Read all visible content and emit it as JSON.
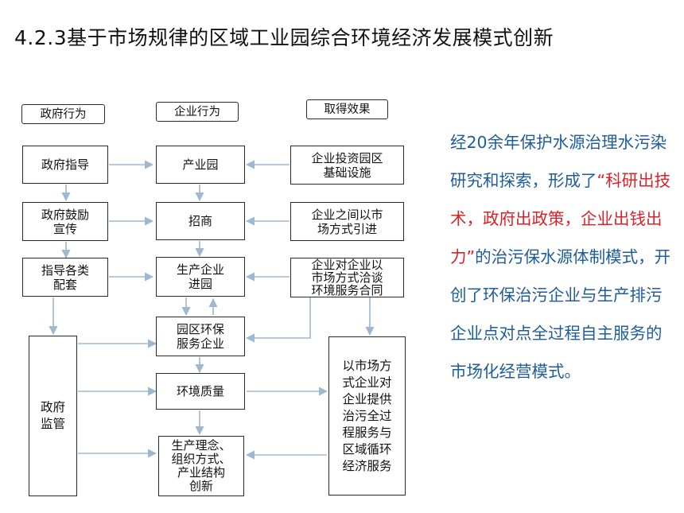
{
  "title": "4.2.3基于市场规律的区域工业园综合环境经济发展模式创新",
  "columns": {
    "government": "政府行为",
    "enterprise": "企业行为",
    "effects": "取得效果"
  },
  "boxes": {
    "gov_guide": "政府指导",
    "gov_encourage": "政府鼓励\n宣传",
    "gov_support": "指导各类\n配套",
    "gov_supervise": "政府\n监管",
    "ent_park": "产业园",
    "ent_invest": "招商",
    "ent_production": "生产企业\n进园",
    "ent_env_service": "园区环保\n服务企业",
    "ent_env_quality": "环境质量",
    "ent_innovation": "生产理念、\n组织方式、\n产业结构\n创新",
    "eff_infra": "企业投资园区\n基础设施",
    "eff_market_intro": "企业之间以市\n场方式引进",
    "eff_contract": "企业对企业以\n市场方式洽谈\n环境服务合同",
    "eff_circular": "以市场方\n式企业对\n企业提供\n治污全过\n程服务与\n区域循环\n经济服务"
  },
  "description": {
    "part1": "经20余年保护水源治理水污染研究和探索，形成了",
    "highlight": "“科研出技术，政府出政策，企业出钱出力”",
    "part2": "的治污保水源体制模式，开创了环保治污企业与生产排污企业点对点全过程自主服务的市场化经营模式。"
  },
  "colors": {
    "arrow": "#9db8cf",
    "description_text": "#1f5c9c",
    "highlight_text": "#d9232a"
  }
}
